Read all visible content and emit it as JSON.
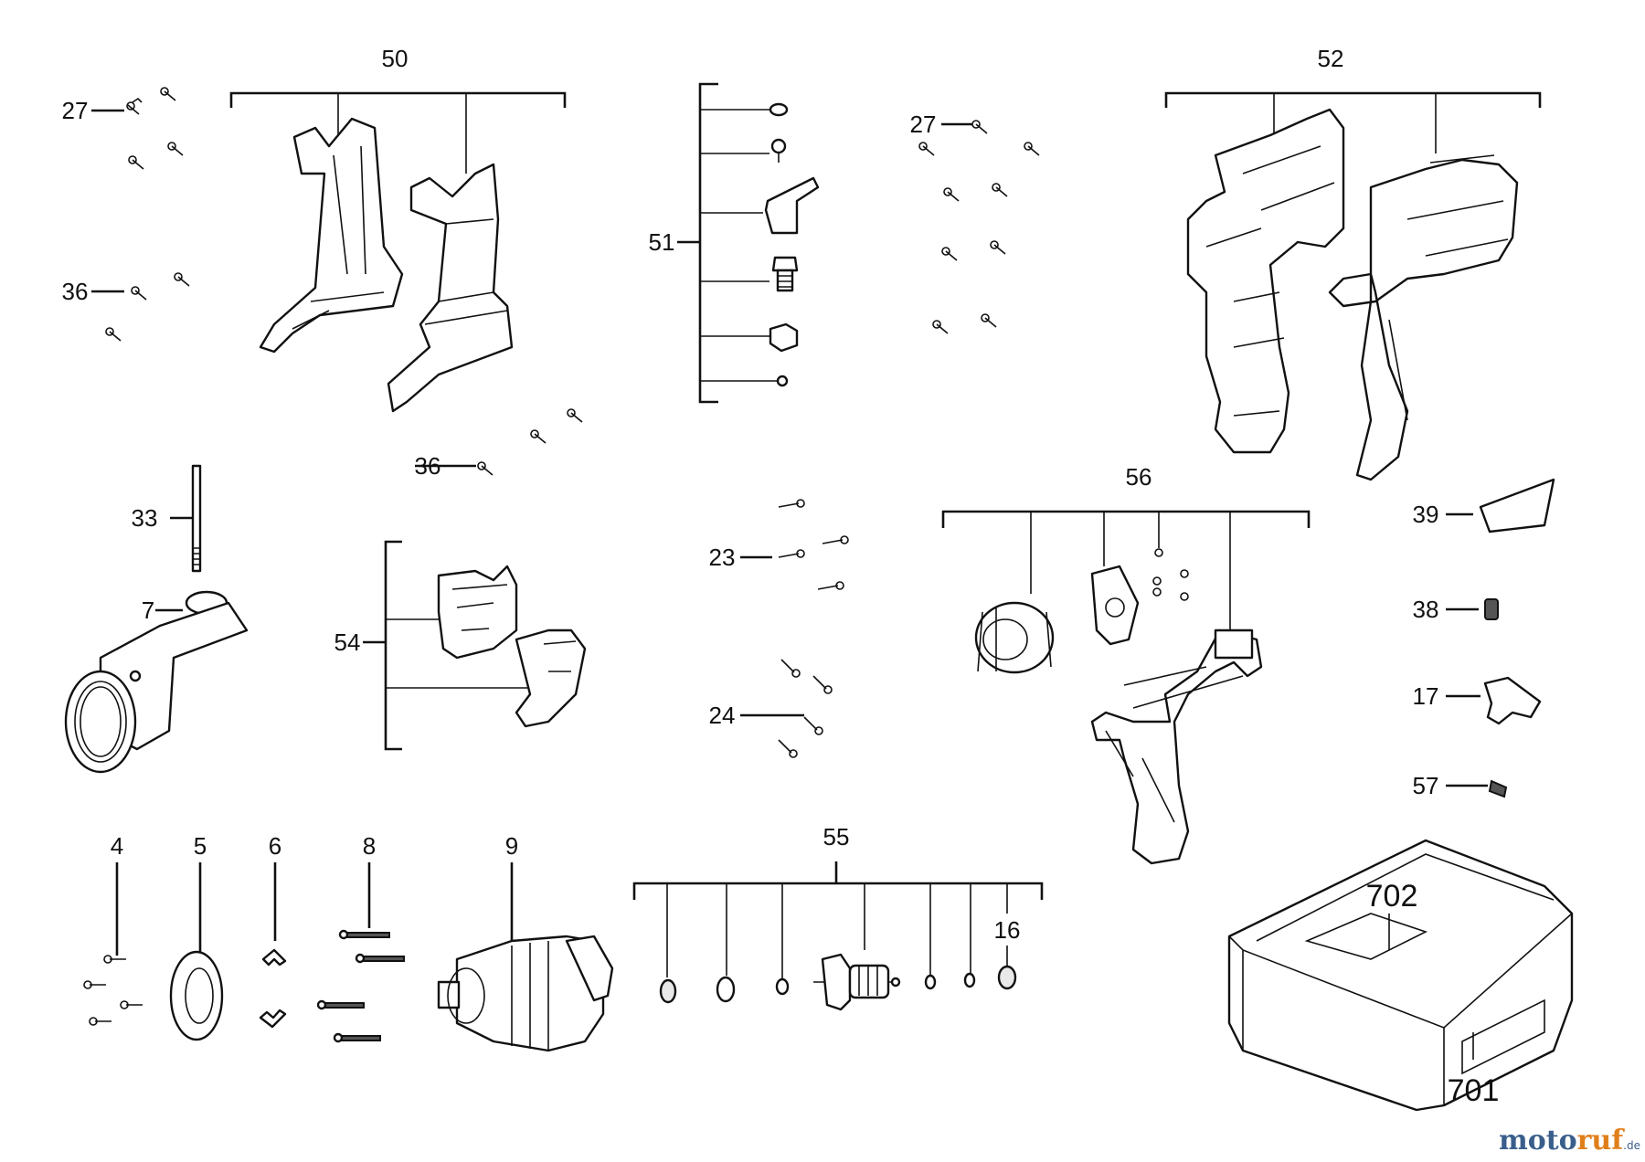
{
  "labels": {
    "l50": "50",
    "l52": "52",
    "l51": "51",
    "l27a": "27",
    "l27b": "27",
    "l36a": "36",
    "l36b": "36",
    "l33": "33",
    "l7": "7",
    "l54": "54",
    "l23": "23",
    "l24": "24",
    "l56": "56",
    "l39": "39",
    "l38": "38",
    "l17": "17",
    "l57": "57",
    "l4": "4",
    "l5": "5",
    "l6": "6",
    "l8": "8",
    "l9": "9",
    "l55": "55",
    "l16": "16",
    "l702": "702",
    "l701": "701"
  },
  "watermark": {
    "brand_a": "moto",
    "brand_b": "ruf",
    "tld": ".de"
  }
}
